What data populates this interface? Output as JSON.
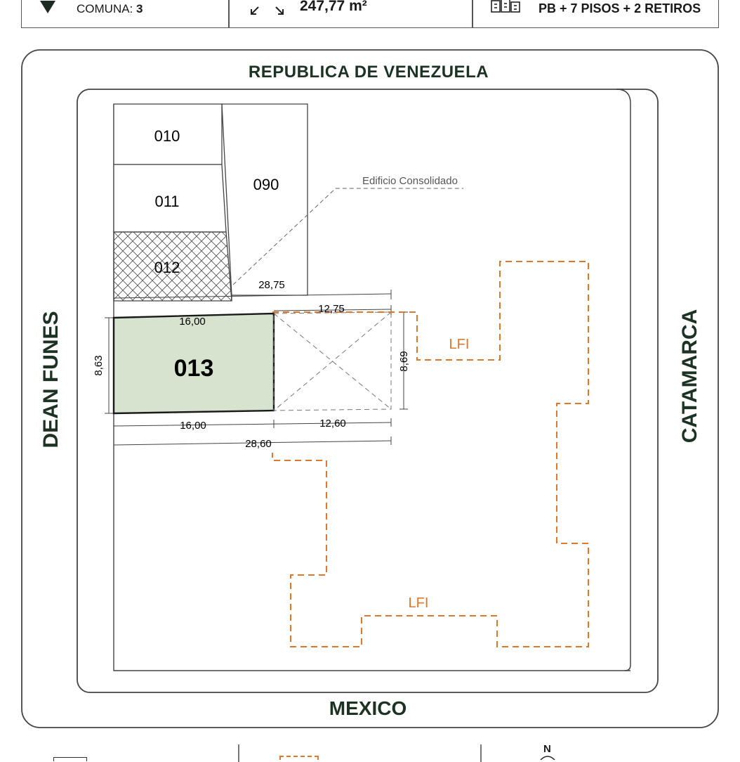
{
  "header": {
    "comuna_label": "COMUNA:",
    "comuna_value": "3",
    "area_value": "247,77 m²",
    "height_value": "PB + 7 PISOS + 2 RETIROS"
  },
  "streets": {
    "north": "REPUBLICA DE VENEZUELA",
    "south": "MEXICO",
    "west": "DEAN FUNES",
    "east": "CATAMARCA"
  },
  "parcels": {
    "p010": "010",
    "p011": "011",
    "p012": "012",
    "p090": "090",
    "p013": "013"
  },
  "annotations": {
    "consolidated_building": "Edificio Consolidado",
    "lfi_upper": "LFI",
    "lfi_lower": "LFI"
  },
  "dimensions": {
    "d_28_75": "28,75",
    "d_12_75": "12,75",
    "d_16_00_top": "16,00",
    "d_8_63": "8,63",
    "d_8_69": "8,69",
    "d_16_00_bottom": "16,00",
    "d_12_60": "12,60",
    "d_28_60": "28,60"
  },
  "colors": {
    "subject_parcel_fill": "#d6e3cf",
    "lfi_line": "#e0782c",
    "street_text": "#1c3324"
  },
  "footer": {
    "north_label": "N"
  }
}
